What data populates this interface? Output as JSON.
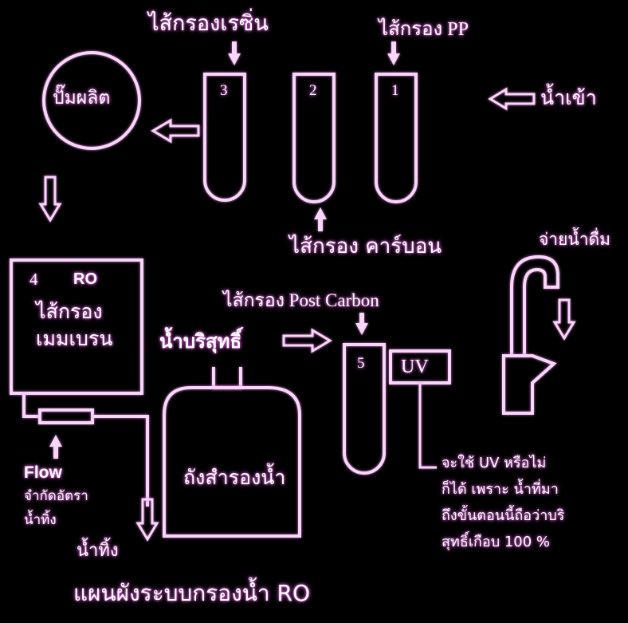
{
  "labels": {
    "resin_filter": "ไส้กรองเรซิ่น",
    "pp_filter": "ไส้กรอง PP",
    "water_in": "น้ำเข้า",
    "pump": "ปั๊มผลิต",
    "carbon_filter": "ไส้กรอง คาร์บอน",
    "dispense": "จ่ายน้ำดื่ม",
    "ro_number": "4",
    "ro_code": "RO",
    "membrane_line1": "ไส้กรอง",
    "membrane_line2": "เมมเบรน",
    "post_carbon": "ไส้กรอง Post Carbon",
    "pure_water": "น้ำบริสุทธิ์",
    "uv": "UV",
    "tank": "ถังสำรองน้ำ",
    "flow": "Flow",
    "flow_desc_line1": "จำกัดอัตรา",
    "flow_desc_line2": "น้ำทิ้ง",
    "waste_water": "น้ำทิ้ง",
    "note_line1": "จะใช้ UV หรือไม่",
    "note_line2": "ก็ได้ เพราะ น้ำที่มา",
    "note_line3": "ถึงขั้นตอนนี้ถือว่าบริ",
    "note_line4": "สุทธิ์เกือบ 100 %",
    "title": "แผนผังระบบกรองน้ำ RO"
  },
  "filter_numbers": [
    "3",
    "2",
    "1",
    "5"
  ],
  "colors": {
    "background": "#000000",
    "line": "#f5d8f5",
    "glow": "#e070e0"
  }
}
